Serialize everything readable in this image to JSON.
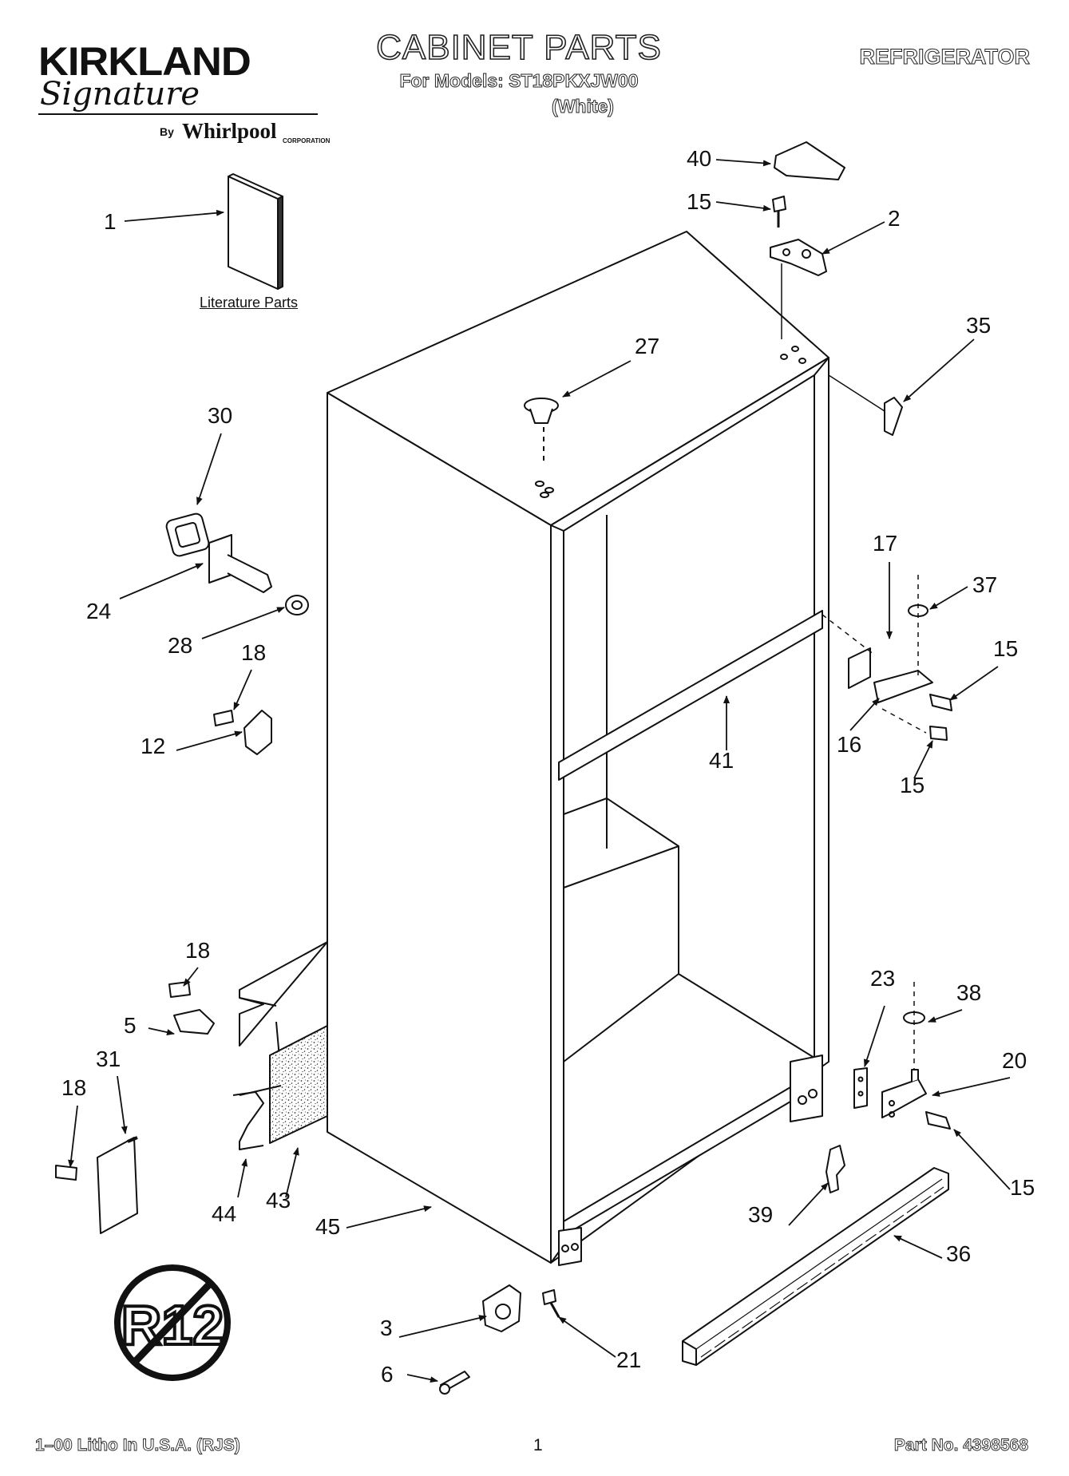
{
  "header": {
    "brand": {
      "name": "KIRKLAND",
      "script": "Signature",
      "by": "By",
      "maker": "Whirlpool",
      "corporation": "CORPORATION"
    },
    "title": "CABINET PARTS",
    "subtitle": "For Models: ST18PKXJW00",
    "variant": "(White)",
    "category": "REFRIGERATOR"
  },
  "literature": {
    "label": "Literature Parts"
  },
  "badge": {
    "text": "R12"
  },
  "footer": {
    "left": "1–00 Litho In U.S.A. (RJS)",
    "page": "1",
    "part_no": "Part No. 4398568"
  },
  "callouts": [
    "1",
    "40",
    "15",
    "2",
    "27",
    "35",
    "30",
    "24",
    "28",
    "18",
    "12",
    "17",
    "37",
    "15",
    "41",
    "16",
    "15",
    "18",
    "5",
    "31",
    "18",
    "44",
    "43",
    "45",
    "23",
    "38",
    "20",
    "15",
    "39",
    "36",
    "3",
    "6",
    "21"
  ]
}
